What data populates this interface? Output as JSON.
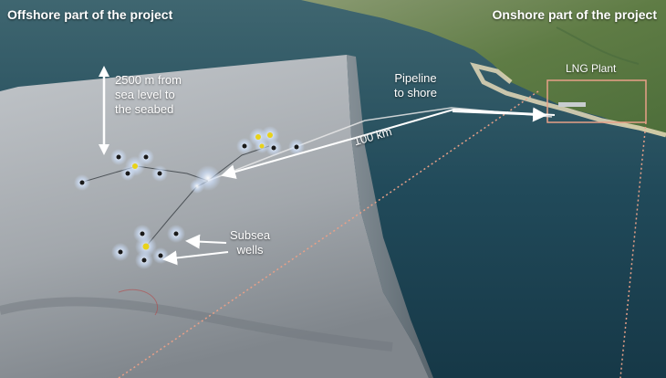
{
  "headings": {
    "offshore": "Offshore part of the project",
    "onshore": "Onshore part of the project"
  },
  "labels": {
    "depth_line1": "2500 m from",
    "depth_line2": "sea level to",
    "depth_line3": "the seabed",
    "pipeline_line1": "Pipeline",
    "pipeline_line2": "to shore",
    "distance": "100 km",
    "wells_line1": "Subsea",
    "wells_line2": "wells",
    "plant": "LNG Plant"
  },
  "colors": {
    "sea": "#1e4556",
    "seabed": "#a9aeb3",
    "land": "#6c8550",
    "annotation": "#e8a088",
    "well_glow": "#cfe2ff",
    "well_core": "#e8d21a"
  },
  "icons": [
    "up-down-arrow-icon",
    "arrow-icon",
    "well-icon"
  ]
}
